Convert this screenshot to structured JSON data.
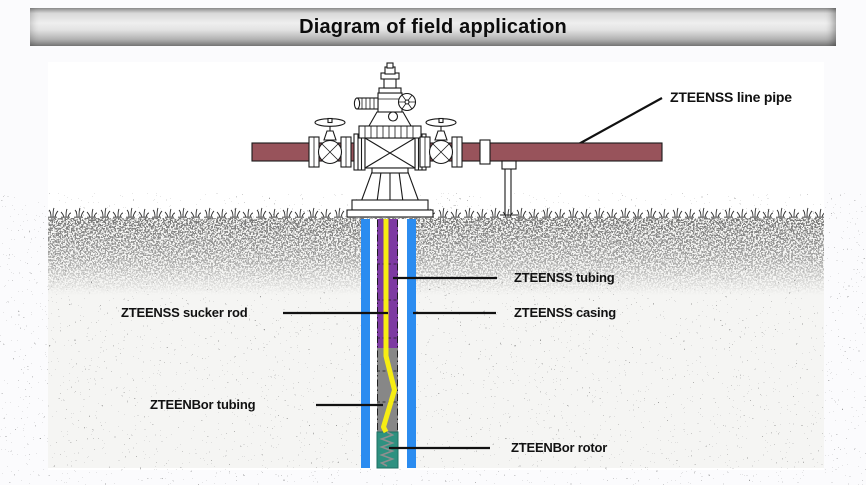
{
  "title": "Diagram of field application",
  "labels": {
    "line_pipe": "ZTEENSS line pipe",
    "tubing": "ZTEENSS tubing",
    "casing": "ZTEENSS casing",
    "sucker_rod": "ZTEENSS sucker rod",
    "bor_tubing": "ZTEENBor tubing",
    "bor_rotor": "ZTEENBor rotor"
  },
  "colors": {
    "line_pipe": "#98535b",
    "casing": "#2b8cf0",
    "tubing": "#7d3aa2",
    "sucker_rod": "#f6ed13",
    "bor_tubing": "#878787",
    "bor_rotor": "#2e9180"
  }
}
